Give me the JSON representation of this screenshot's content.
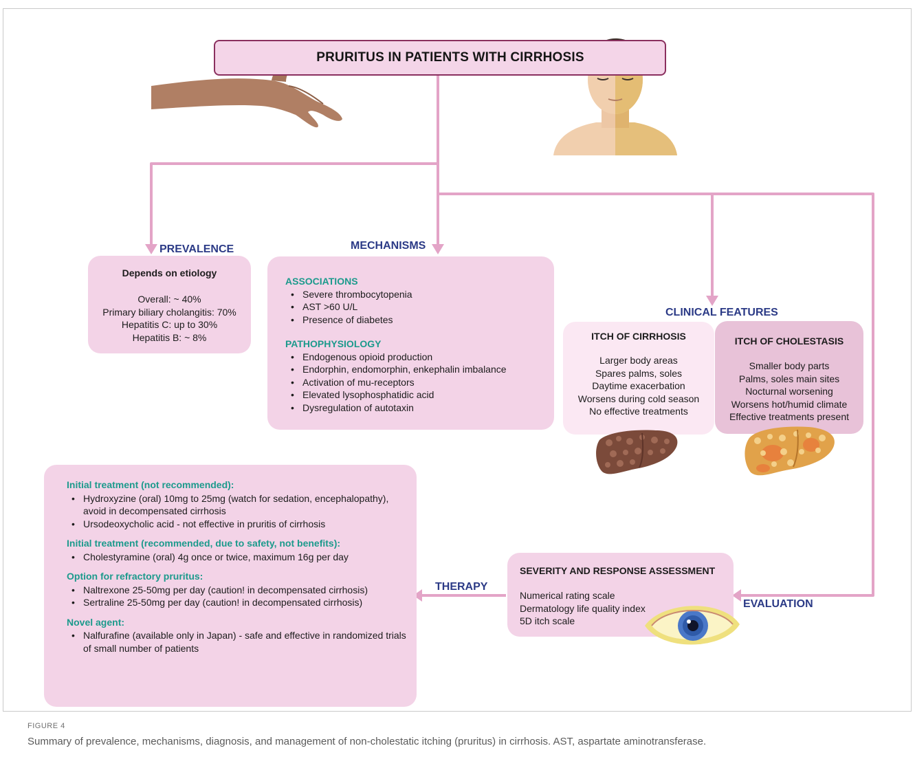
{
  "title": "PRURITUS IN PATIENTS WITH CIRRHOSIS",
  "colors": {
    "connector": "#e3a4c7",
    "title_border": "#8a2f5e",
    "box_pink": "#f3d3e7",
    "heading_blue": "#2b3a86",
    "subheading_teal": "#1c9a8c"
  },
  "prevalence": {
    "heading": "PREVALENCE",
    "subtitle": "Depends on etiology",
    "lines": [
      "Overall: ~ 40%",
      "Primary biliary cholangitis: 70%",
      "Hepatitis C: up to 30%",
      "Hepatitis B: ~ 8%"
    ]
  },
  "mechanisms": {
    "heading": "MECHANISMS",
    "associations": {
      "title": "ASSOCIATIONS",
      "items": [
        "Severe thrombocytopenia",
        "AST >60 U/L",
        "Presence of diabetes"
      ]
    },
    "pathophysiology": {
      "title": "PATHOPHYSIOLOGY",
      "items": [
        "Endogenous opioid production",
        "Endorphin, endomorphin, enkephalin imbalance",
        "Activation of mu-receptors",
        "Elevated lysophosphatidic acid",
        "Dysregulation of autotaxin"
      ]
    }
  },
  "clinical": {
    "heading": "CLINICAL FEATURES",
    "cirrhosis": {
      "title": "ITCH OF CIRRHOSIS",
      "lines": [
        "Larger body areas",
        "Spares palms, soles",
        "Daytime exacerbation",
        "Worsens during cold season",
        "No effective treatments"
      ]
    },
    "cholestasis": {
      "title": "ITCH OF CHOLESTASIS",
      "lines": [
        "Smaller body parts",
        "Palms, soles main sites",
        "Nocturnal worsening",
        "Worsens hot/humid climate",
        "Effective treatments present"
      ]
    }
  },
  "evaluation": {
    "heading": "EVALUATION",
    "title": "SEVERITY AND RESPONSE ASSESSMENT",
    "lines": [
      "Numerical rating scale",
      "Dermatology life quality index",
      "5D itch scale"
    ]
  },
  "therapy": {
    "heading": "THERAPY",
    "groups": [
      {
        "title": "Initial treatment (not recommended):",
        "items": [
          "Hydroxyzine (oral) 10mg to 25mg (watch for sedation, encephalopathy), avoid in decompensated cirrhosis",
          "Ursodeoxycholic acid - not effective in pruritis of cirrhosis"
        ]
      },
      {
        "title": "Initial treatment (recommended, due to safety, not benefits):",
        "items": [
          "Cholestyramine (oral) 4g once or twice, maximum 16g per day"
        ]
      },
      {
        "title": "Option for refractory pruritus:",
        "items": [
          "Naltrexone 25-50mg per day (caution! in decompensated cirrhosis)",
          "Sertraline 25-50mg per day (caution! in decompensated cirrhosis)"
        ]
      },
      {
        "title": "Novel agent:",
        "items": [
          "Nalfurafine (available only in Japan) - safe and effective in randomized trials of small number of patients"
        ]
      }
    ]
  },
  "figure_label": "FIGURE 4",
  "caption": "Summary of prevalence, mechanisms, diagnosis, and management of non-cholestatic itching (pruritus) in cirrhosis. AST, aspartate aminotransferase."
}
